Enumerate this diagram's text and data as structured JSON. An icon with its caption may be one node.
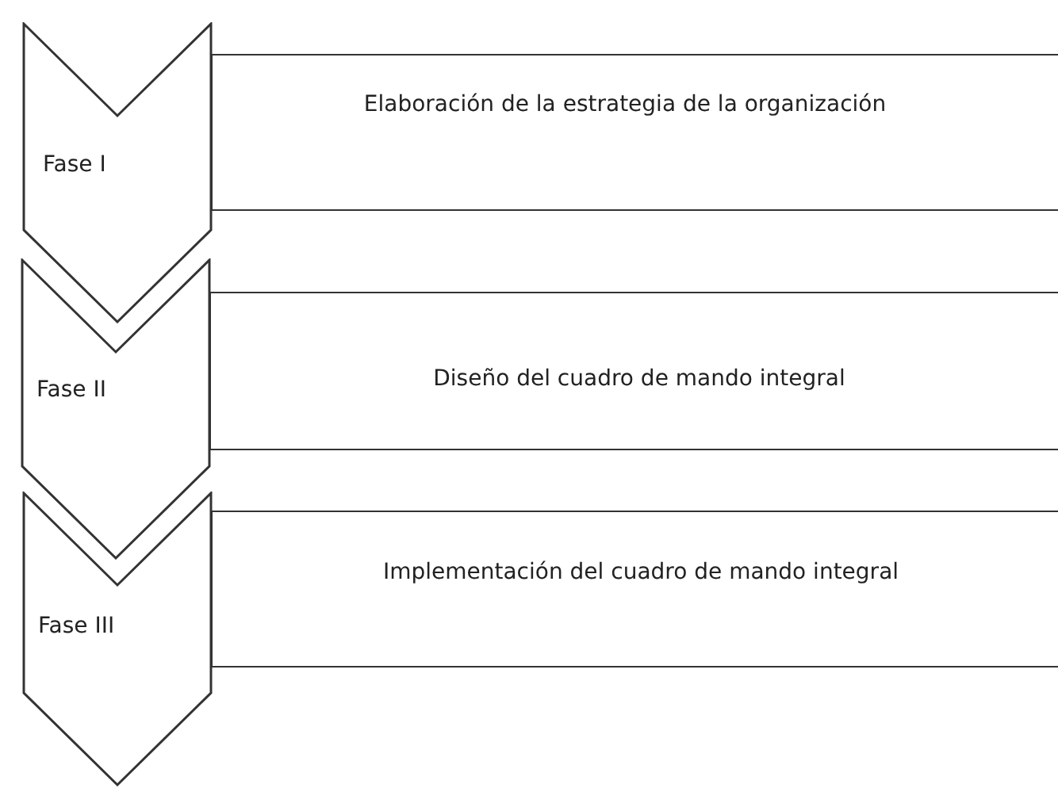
{
  "diagram": {
    "nodes": [
      {
        "text": [
          "Fase I"
        ]
      },
      {
        "text": [
          "Elaboración de la estrategia de la organización"
        ]
      },
      {
        "text": [
          "Fase II"
        ]
      },
      {
        "text": [
          "Diseño del cuadro de mando integral"
        ]
      },
      {
        "text": [
          "Fase III"
        ]
      },
      {
        "text": [
          "Implementación del cuadro de mando integral"
        ]
      }
    ]
  }
}
